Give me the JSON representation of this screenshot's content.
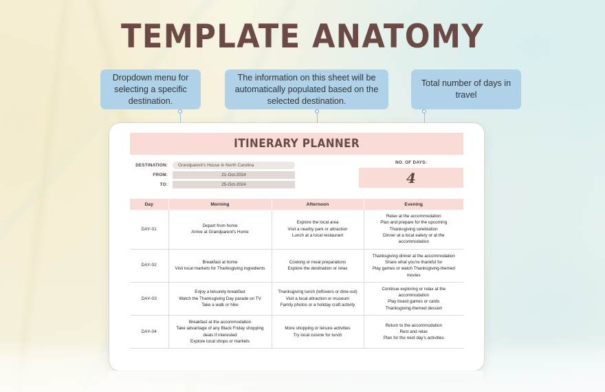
{
  "page": {
    "title": "TEMPLATE ANATOMY",
    "title_color": "#6b4a45",
    "accent_pink": "#fadcd7",
    "accent_blue": "#afd2e9",
    "connector_color": "#7ca7d4"
  },
  "callouts": [
    {
      "id": "callout-1",
      "text": "Dropdown menu for selecting a specific destination."
    },
    {
      "id": "callout-2",
      "text": "The information on this sheet will be automatically populated based on the selected destination."
    },
    {
      "id": "callout-3",
      "text": "Total number of days in travel"
    }
  ],
  "planner": {
    "sheet_title": "ITINERARY PLANNER",
    "fields": [
      {
        "label": "DESTINATION:",
        "value": "Grandparent's House in North Carolina",
        "type": "dropdown"
      },
      {
        "label": "FROM:",
        "value": "21-Oct-2024",
        "type": "text"
      },
      {
        "label": "TO:",
        "value": "25-Oct-2024",
        "type": "text"
      }
    ],
    "days": {
      "label": "NO. OF DAYS:",
      "value": "4"
    },
    "table": {
      "headers": [
        "Day",
        "Morning",
        "Afternoon",
        "Evening"
      ],
      "rows": [
        {
          "day": "DAY-01",
          "morning": [
            "Depart from home",
            "Arrive at Grandparent's Home"
          ],
          "afternoon": [
            "Explore the local area",
            "Visit a nearby park or attraction",
            "Lunch at a local restaurant"
          ],
          "evening": [
            "Relax at the accommodation",
            "Plan and prepare for the upcoming Thanksgiving celebration",
            "Dinner at a local eatery or at the accommodation"
          ]
        },
        {
          "day": "DAY-02",
          "morning": [
            "Breakfast at home",
            "Visit local markets for Thanksgiving ingredients"
          ],
          "afternoon": [
            "Cooking or meal preparations",
            "Explore the destination or relax"
          ],
          "evening": [
            "Thanksgiving dinner at the accommodation",
            "Share what you're thankful for",
            "Play games or watch Thanksgiving-themed movies"
          ]
        },
        {
          "day": "DAY-03",
          "morning": [
            "Enjoy a leisurely breakfast",
            "Watch the Thanksgiving Day parade on TV",
            "Take a walk or hike"
          ],
          "afternoon": [
            "Thanksgiving lunch (leftovers or dine-out)",
            "Visit a local attraction or museum",
            "Family photos or a holiday craft activity"
          ],
          "evening": [
            "Continue exploring or relax at the accommodation",
            "Play board games or cards",
            "Thanksgiving-themed dessert"
          ]
        },
        {
          "day": "DAY-04",
          "morning": [
            "Breakfast at the accommodation",
            "Take advantage of any Black Friday shopping deals if interested",
            "Explore local shops or markets"
          ],
          "afternoon": [
            "More shopping or leisure activities",
            "Try local cuisine for lunch"
          ],
          "evening": [
            "Return to the accommodation",
            "Rest and relax",
            "Plan for the next day's activities"
          ]
        }
      ]
    }
  }
}
